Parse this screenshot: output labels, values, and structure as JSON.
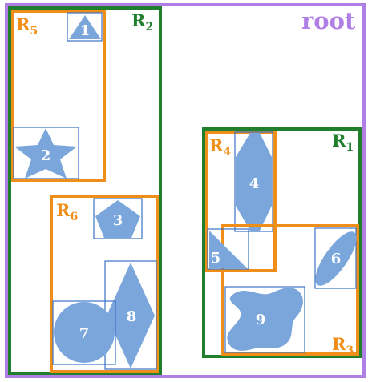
{
  "colors": {
    "root": "#b07fe6",
    "green": "#1f7f2c",
    "orange": "#ef8f1a",
    "blue": "#3a73c6",
    "shape_fill": "#7aa6dc"
  },
  "labels": {
    "root": "root",
    "r1": {
      "main": "R",
      "sub": "1"
    },
    "r2": {
      "main": "R",
      "sub": "2"
    },
    "r3": {
      "main": "R",
      "sub": "3"
    },
    "r4": {
      "main": "R",
      "sub": "4"
    },
    "r5": {
      "main": "R",
      "sub": "5"
    },
    "r6": {
      "main": "R",
      "sub": "6"
    }
  },
  "items": {
    "n1": "1",
    "n2": "2",
    "n3": "3",
    "n4": "4",
    "n5": "5",
    "n6": "6",
    "n7": "7",
    "n8": "8",
    "n9": "9"
  }
}
